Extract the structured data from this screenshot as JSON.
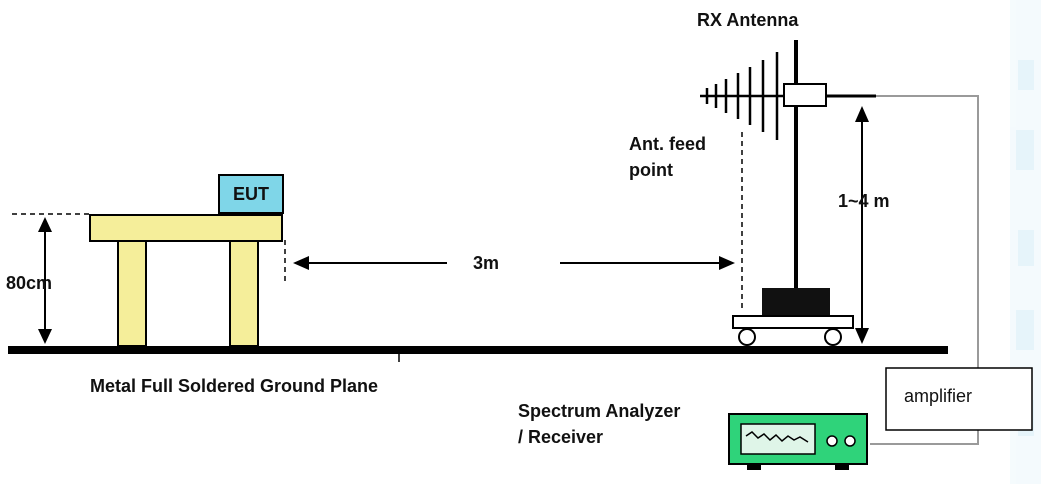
{
  "labels": {
    "rx_antenna": "RX Antenna",
    "ant_feed_line1": "Ant. feed",
    "ant_feed_line2": "point",
    "height_range": "1~4 m",
    "distance": "3m",
    "table_height": "80cm",
    "eut": "EUT",
    "ground_plane": "Metal Full Soldered Ground Plane",
    "analyzer_line1": "Spectrum Analyzer",
    "analyzer_line2": "/ Receiver",
    "amplifier": "amplifier"
  },
  "colors": {
    "eut_fill": "#7fd6e8",
    "table_fill": "#f5ee9a",
    "analyzer_fill": "#2fd37a",
    "ground": "#000000",
    "cable": "#9a9a9a",
    "watermark": "#d6eef8"
  }
}
